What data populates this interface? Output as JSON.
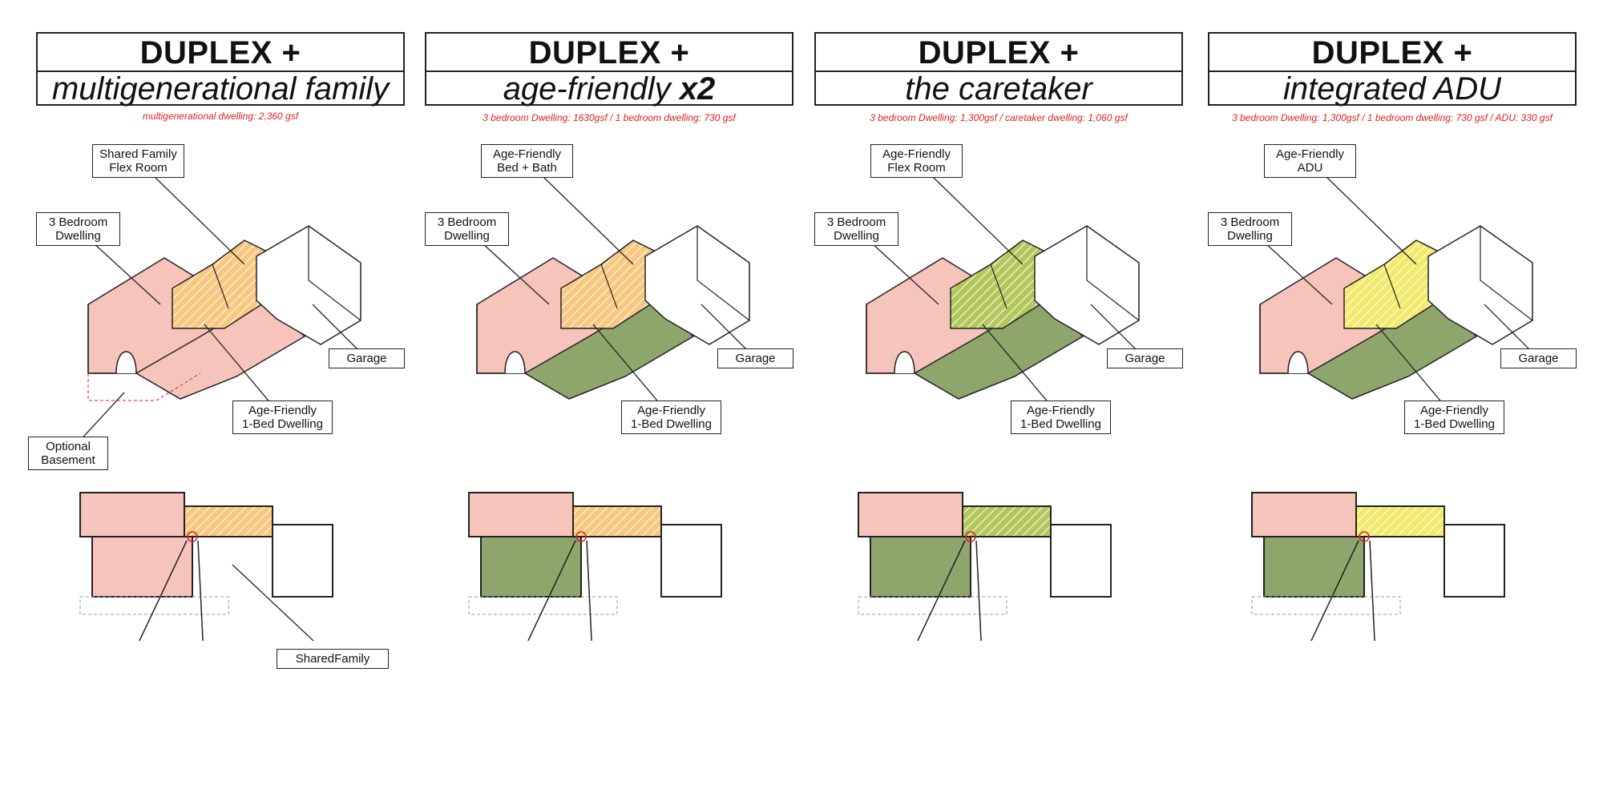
{
  "panels": [
    {
      "title": "DUPLEX +",
      "subtitle": "multigenerational family",
      "subtitle_bold": "",
      "area_note": "multigenerational dwelling: 2,360 gsf",
      "callouts": {
        "flex": [
          "Shared Family",
          "Flex Room"
        ],
        "bedroom": [
          "3 Bedroom",
          "Dwelling"
        ],
        "garage": [
          "Garage"
        ],
        "agefriendly": [
          "Age-Friendly",
          "1-Bed Dwelling"
        ],
        "basement": [
          "Optional",
          "Basement"
        ],
        "shared": [
          "SharedFamily"
        ]
      },
      "colors": {
        "main": "#f7c4bc",
        "unit": "#f7c4bc",
        "flex": "#f9c77e"
      }
    },
    {
      "title": "DUPLEX +",
      "subtitle": "age-friendly ",
      "subtitle_bold": "x2",
      "area_note": "3 bedroom Dwelling: 1630gsf / 1 bedroom dwelling: 730 gsf",
      "callouts": {
        "flex": [
          "Age-Friendly",
          "Bed + Bath"
        ],
        "bedroom": [
          "3 Bedroom",
          "Dwelling"
        ],
        "garage": [
          "Garage"
        ],
        "agefriendly": [
          "Age-Friendly",
          "1-Bed Dwelling"
        ]
      },
      "colors": {
        "main": "#f7c4bc",
        "unit": "#8ea56c",
        "flex": "#f9c77e"
      }
    },
    {
      "title": "DUPLEX +",
      "subtitle": "the caretaker",
      "subtitle_bold": "",
      "area_note": "3 bedroom Dwelling: 1,300gsf / caretaker dwelling: 1,060 gsf",
      "callouts": {
        "flex": [
          "Age-Friendly",
          "Flex Room"
        ],
        "bedroom": [
          "3 Bedroom",
          "Dwelling"
        ],
        "garage": [
          "Garage"
        ],
        "agefriendly": [
          "Age-Friendly",
          "1-Bed Dwelling"
        ]
      },
      "colors": {
        "main": "#f7c4bc",
        "unit": "#8ea56c",
        "flex": "#b3c75b"
      }
    },
    {
      "title": "DUPLEX +",
      "subtitle": "integrated ADU",
      "subtitle_bold": "",
      "area_note": "3 bedroom Dwelling: 1,300gsf / 1 bedroom dwelling: 730 gsf / ADU: 330 gsf",
      "callouts": {
        "flex": [
          "Age-Friendly",
          "ADU"
        ],
        "bedroom": [
          "3 Bedroom",
          "Dwelling"
        ],
        "garage": [
          "Garage"
        ],
        "agefriendly": [
          "Age-Friendly",
          "1-Bed Dwelling"
        ]
      },
      "colors": {
        "main": "#f7c4bc",
        "unit": "#8ea56c",
        "flex": "#f2ea6a"
      }
    }
  ],
  "colors": {
    "outline": "#222222",
    "accent": "#e0201c",
    "garage": "#ffffff"
  }
}
